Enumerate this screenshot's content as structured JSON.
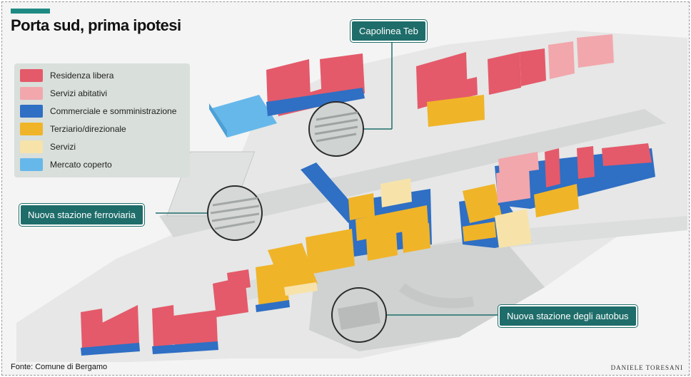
{
  "title": "Porta sud, prima ipotesi",
  "legend": [
    {
      "label": "Residenza libera",
      "color": "#e45a6a"
    },
    {
      "label": "Servizi abitativi",
      "color": "#f2a7ac"
    },
    {
      "label": "Commerciale e somministrazione",
      "color": "#2f6fc4"
    },
    {
      "label": "Terziario/direzionale",
      "color": "#f0b429"
    },
    {
      "label": "Servizi",
      "color": "#f7e3aa"
    },
    {
      "label": "Mercato coperto",
      "color": "#66b8ea"
    }
  ],
  "callouts": {
    "capolinea": "Capolinea Teb",
    "stazione_ferroviaria": "Nuova stazione ferroviaria",
    "stazione_autobus": "Nuova stazione degli autobus"
  },
  "source": "Fonte: Comune di Bergamo",
  "credit": "DANIELE TORESANI",
  "colors": {
    "accent": "#1f8a84",
    "callout_bg": "#1e6d6a",
    "residenza": "#e45a6a",
    "servizi_abitativi": "#f2a7ac",
    "commerciale": "#2f6fc4",
    "terziario": "#f0b429",
    "servizi": "#f7e3aa",
    "mercato": "#66b8ea"
  }
}
